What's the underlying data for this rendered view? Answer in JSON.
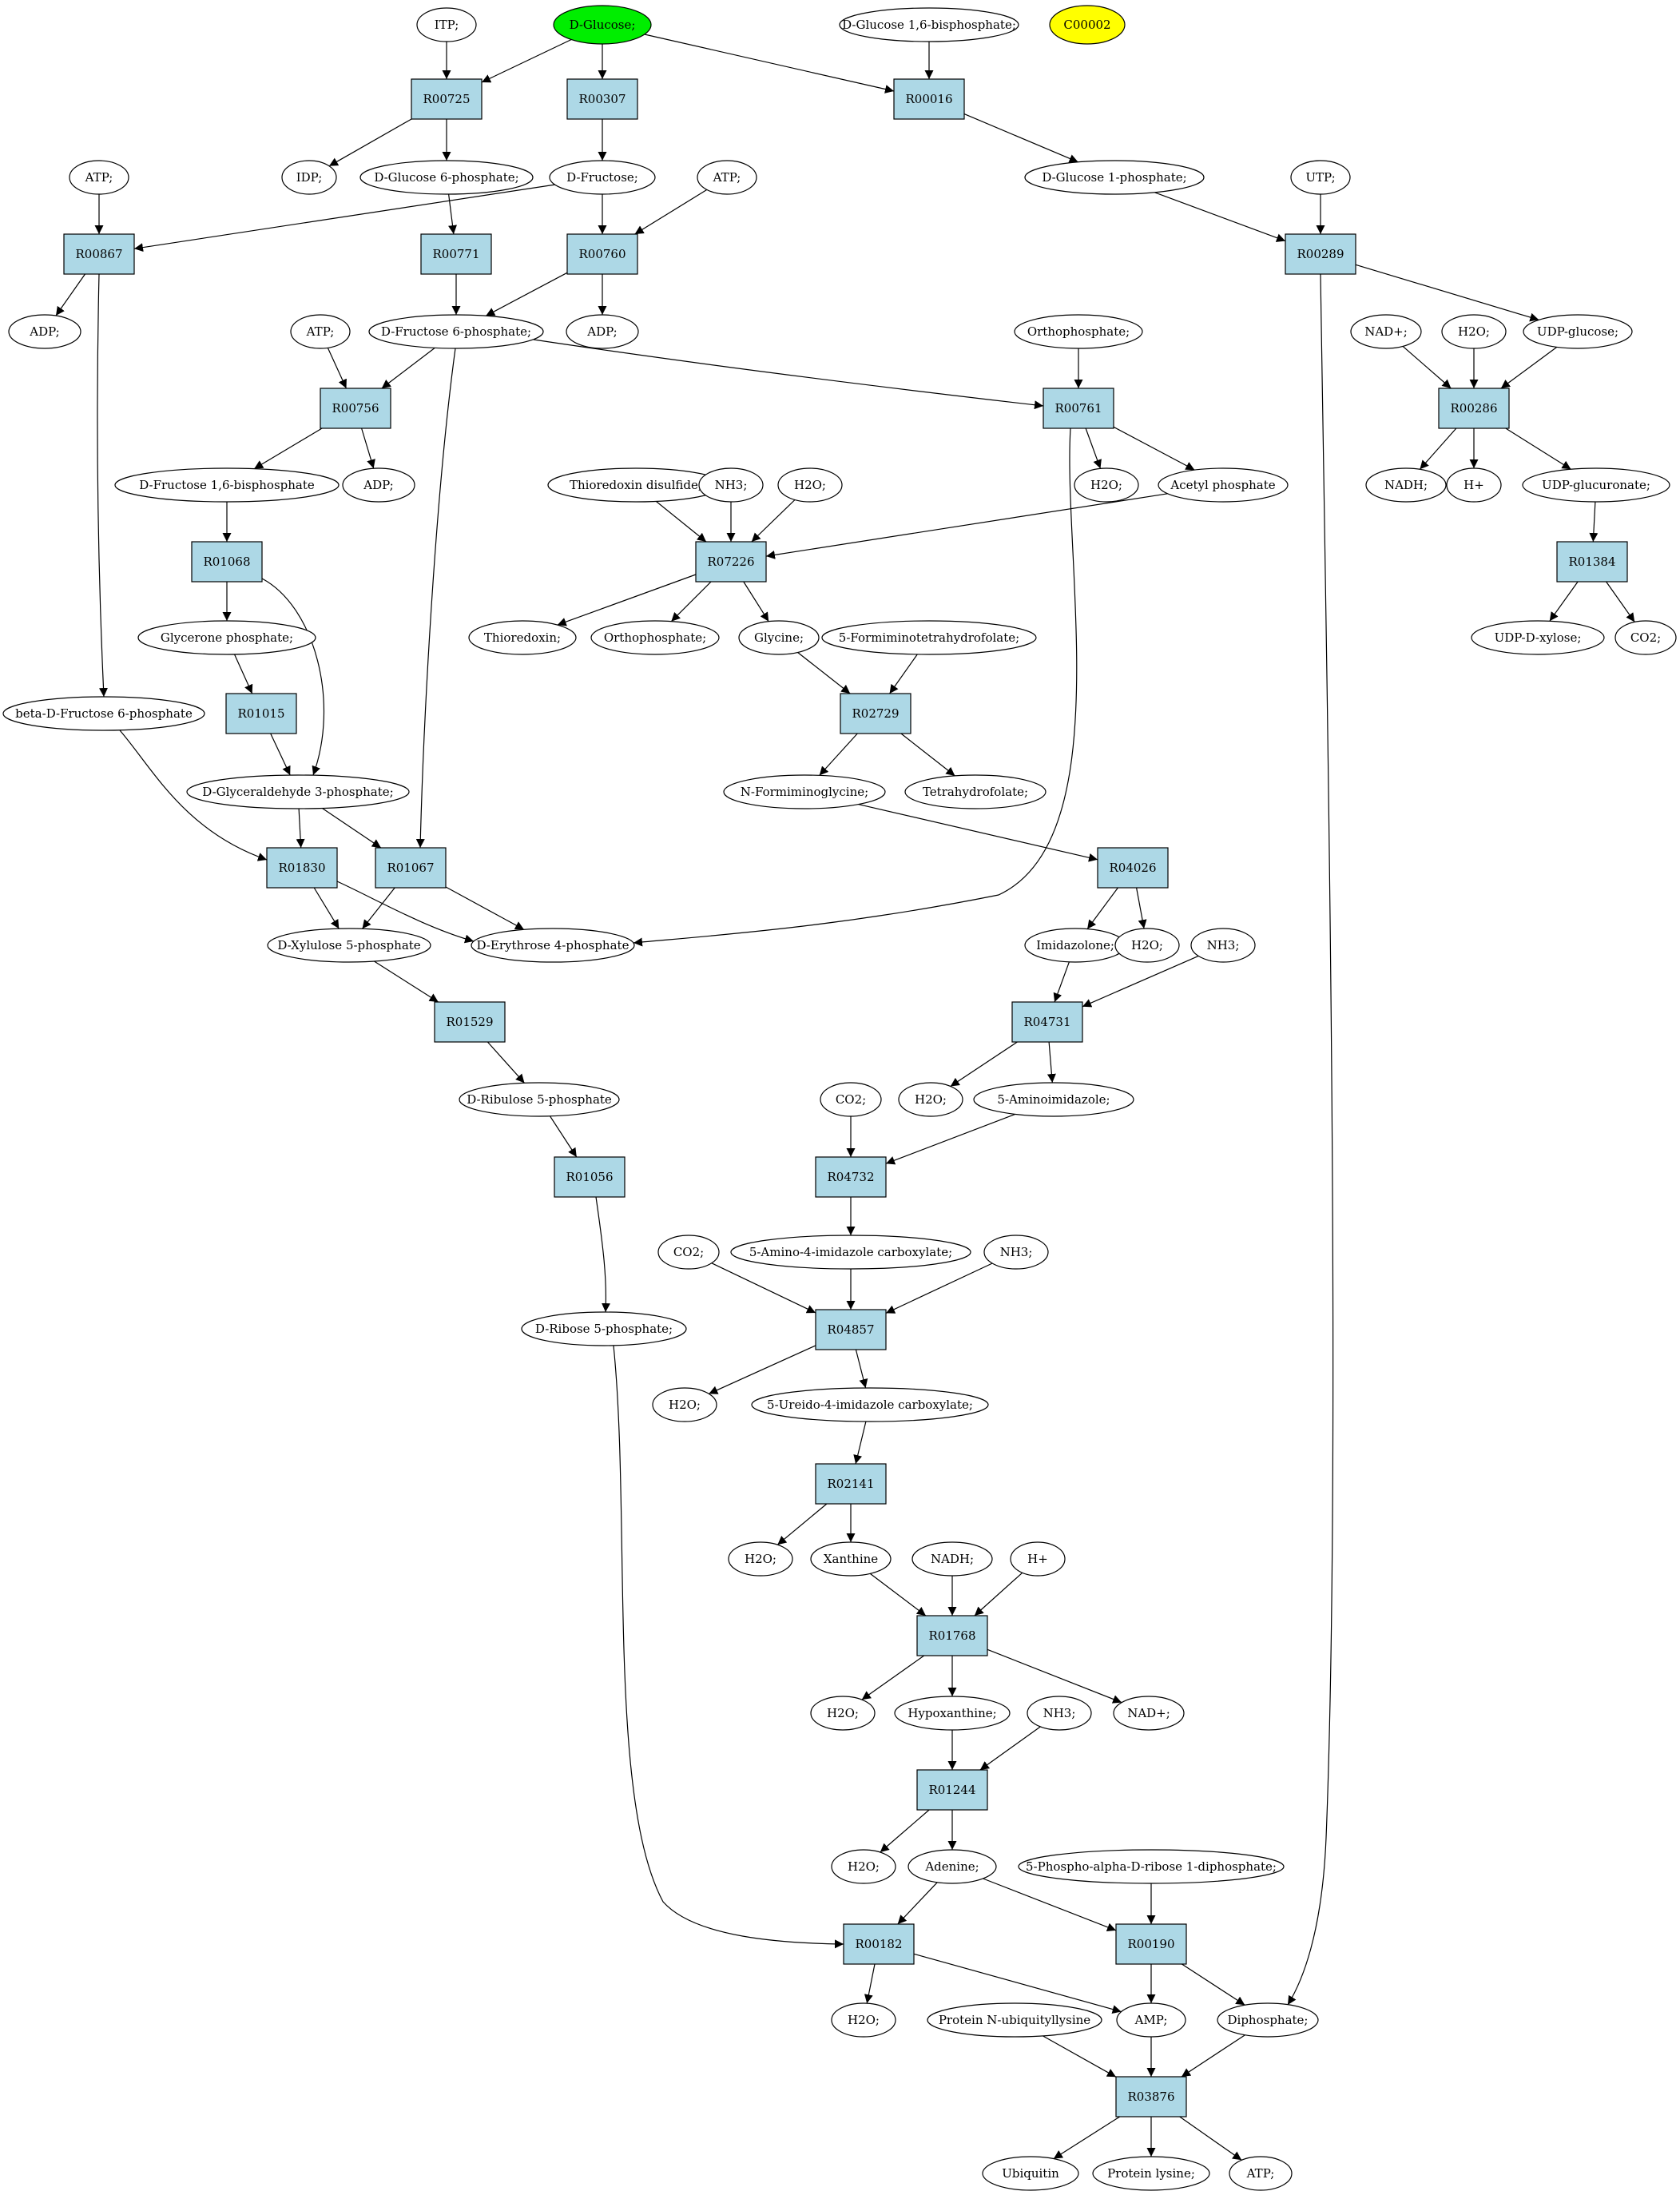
{
  "colors": {
    "reaction_fill": "#add8e6",
    "compound_fill": "#ffffff",
    "source_compound_fill": "#00ee00",
    "query_compound_fill": "#ffff00"
  },
  "reactions": [
    {
      "id": "r_R00725",
      "label": "R00725"
    },
    {
      "id": "r_R00307",
      "label": "R00307"
    },
    {
      "id": "r_R00016",
      "label": "R00016"
    },
    {
      "id": "r_R00867",
      "label": "R00867"
    },
    {
      "id": "r_R00771",
      "label": "R00771"
    },
    {
      "id": "r_R00760",
      "label": "R00760"
    },
    {
      "id": "r_R00289",
      "label": "R00289"
    },
    {
      "id": "r_R00756",
      "label": "R00756"
    },
    {
      "id": "r_R00761",
      "label": "R00761"
    },
    {
      "id": "r_R00286",
      "label": "R00286"
    },
    {
      "id": "r_R01068",
      "label": "R01068"
    },
    {
      "id": "r_R07226",
      "label": "R07226"
    },
    {
      "id": "r_R01384",
      "label": "R01384"
    },
    {
      "id": "r_R01015",
      "label": "R01015"
    },
    {
      "id": "r_R02729",
      "label": "R02729"
    },
    {
      "id": "r_R01830",
      "label": "R01830"
    },
    {
      "id": "r_R01067",
      "label": "R01067"
    },
    {
      "id": "r_R04026",
      "label": "R04026"
    },
    {
      "id": "r_R01529",
      "label": "R01529"
    },
    {
      "id": "r_R04731",
      "label": "R04731"
    },
    {
      "id": "r_R01056",
      "label": "R01056"
    },
    {
      "id": "r_R04732",
      "label": "R04732"
    },
    {
      "id": "r_R04857",
      "label": "R04857"
    },
    {
      "id": "r_R02141",
      "label": "R02141"
    },
    {
      "id": "r_R01768",
      "label": "R01768"
    },
    {
      "id": "r_R01244",
      "label": "R01244"
    },
    {
      "id": "r_R00182",
      "label": "R00182"
    },
    {
      "id": "r_R00190",
      "label": "R00190"
    },
    {
      "id": "r_R03876",
      "label": "R03876"
    }
  ],
  "compounds": [
    {
      "id": "c_itp",
      "label": "ITP;"
    },
    {
      "id": "c_dglucose",
      "label": "D-Glucose;",
      "role": "source"
    },
    {
      "id": "c_g16bp",
      "label": "D-Glucose 1,6-bisphosphate;"
    },
    {
      "id": "c_c00002",
      "label": "C00002",
      "role": "query"
    },
    {
      "id": "c_atp1",
      "label": "ATP;"
    },
    {
      "id": "c_idp",
      "label": "IDP;"
    },
    {
      "id": "c_g6p",
      "label": "D-Glucose 6-phosphate;"
    },
    {
      "id": "c_dfructose",
      "label": "D-Fructose;"
    },
    {
      "id": "c_atp2",
      "label": "ATP;"
    },
    {
      "id": "c_g1p",
      "label": "D-Glucose 1-phosphate;"
    },
    {
      "id": "c_utp",
      "label": "UTP;"
    },
    {
      "id": "c_adp1",
      "label": "ADP;"
    },
    {
      "id": "c_atp3",
      "label": "ATP;"
    },
    {
      "id": "c_f6p",
      "label": "D-Fructose 6-phosphate;"
    },
    {
      "id": "c_adp2",
      "label": "ADP;"
    },
    {
      "id": "c_orthop1",
      "label": "Orthophosphate;"
    },
    {
      "id": "c_nadp1",
      "label": "NAD+;"
    },
    {
      "id": "c_h2o1",
      "label": "H2O;"
    },
    {
      "id": "c_udpglc",
      "label": "UDP-glucose;"
    },
    {
      "id": "c_fbp",
      "label": "D-Fructose 1,6-bisphosphate"
    },
    {
      "id": "c_adp3",
      "label": "ADP;"
    },
    {
      "id": "c_trxss",
      "label": "Thioredoxin disulfide;"
    },
    {
      "id": "c_nh3_1",
      "label": "NH3;"
    },
    {
      "id": "c_h2o2",
      "label": "H2O;"
    },
    {
      "id": "c_h2o3",
      "label": "H2O;"
    },
    {
      "id": "c_acetylp",
      "label": "Acetyl phosphate"
    },
    {
      "id": "c_nadh1",
      "label": "NADH;"
    },
    {
      "id": "c_hplus1",
      "label": "H+"
    },
    {
      "id": "c_udpglcua",
      "label": "UDP-glucuronate;"
    },
    {
      "id": "c_glyceroneP",
      "label": "Glycerone phosphate;"
    },
    {
      "id": "c_trx",
      "label": "Thioredoxin;"
    },
    {
      "id": "c_orthop2",
      "label": "Orthophosphate;"
    },
    {
      "id": "c_glycine",
      "label": "Glycine;"
    },
    {
      "id": "c_fthf",
      "label": "5-Formiminotetrahydrofolate;"
    },
    {
      "id": "c_udpxyl",
      "label": "UDP-D-xylose;"
    },
    {
      "id": "c_co2_1",
      "label": "CO2;"
    },
    {
      "id": "c_bf6p",
      "label": "beta-D-Fructose 6-phosphate"
    },
    {
      "id": "c_nfg",
      "label": "N-Formiminoglycine;"
    },
    {
      "id": "c_thf",
      "label": "Tetrahydrofolate;"
    },
    {
      "id": "c_gap",
      "label": "D-Glyceraldehyde 3-phosphate;"
    },
    {
      "id": "c_xu5p",
      "label": "D-Xylulose 5-phosphate"
    },
    {
      "id": "c_e4p",
      "label": "D-Erythrose 4-phosphate"
    },
    {
      "id": "c_imidazolone",
      "label": "Imidazolone;"
    },
    {
      "id": "c_h2o4",
      "label": "H2O;"
    },
    {
      "id": "c_nh3_2",
      "label": "NH3;"
    },
    {
      "id": "c_h2o5",
      "label": "H2O;"
    },
    {
      "id": "c_5ai",
      "label": "5-Aminoimidazole;"
    },
    {
      "id": "c_ru5p",
      "label": "D-Ribulose 5-phosphate"
    },
    {
      "id": "c_co2_2",
      "label": "CO2;"
    },
    {
      "id": "c_co2_3",
      "label": "CO2;"
    },
    {
      "id": "c_aic",
      "label": "5-Amino-4-imidazole carboxylate;"
    },
    {
      "id": "c_nh3_3",
      "label": "NH3;"
    },
    {
      "id": "c_r5p",
      "label": "D-Ribose 5-phosphate;"
    },
    {
      "id": "c_h2o6",
      "label": "H2O;"
    },
    {
      "id": "c_uic",
      "label": "5-Ureido-4-imidazole carboxylate;"
    },
    {
      "id": "c_h2o7",
      "label": "H2O;"
    },
    {
      "id": "c_xanthine",
      "label": "Xanthine"
    },
    {
      "id": "c_nadh2",
      "label": "NADH;"
    },
    {
      "id": "c_hplus2",
      "label": "H+"
    },
    {
      "id": "c_h2o8",
      "label": "H2O;"
    },
    {
      "id": "c_hypoxanthine",
      "label": "Hypoxanthine;"
    },
    {
      "id": "c_nh3_4",
      "label": "NH3;"
    },
    {
      "id": "c_nadp2",
      "label": "NAD+;"
    },
    {
      "id": "c_h2o9",
      "label": "H2O;"
    },
    {
      "id": "c_adenine",
      "label": "Adenine;"
    },
    {
      "id": "c_prpp",
      "label": "5-Phospho-alpha-D-ribose 1-diphosphate;"
    },
    {
      "id": "c_h2o10",
      "label": "H2O;"
    },
    {
      "id": "c_pnul",
      "label": "Protein N-ubiquityllysine"
    },
    {
      "id": "c_amp",
      "label": "AMP;"
    },
    {
      "id": "c_diphosphate",
      "label": "Diphosphate;"
    },
    {
      "id": "c_ubiquitin",
      "label": "Ubiquitin"
    },
    {
      "id": "c_plys",
      "label": "Protein lysine;"
    },
    {
      "id": "c_atp4",
      "label": "ATP;"
    }
  ],
  "edges": [
    [
      "c_itp",
      "r_R00725"
    ],
    [
      "c_dglucose",
      "r_R00725"
    ],
    [
      "r_R00725",
      "c_idp"
    ],
    [
      "r_R00725",
      "c_g6p"
    ],
    [
      "c_dglucose",
      "r_R00307"
    ],
    [
      "r_R00307",
      "c_dfructose"
    ],
    [
      "c_dglucose",
      "r_R00016"
    ],
    [
      "c_g16bp",
      "r_R00016"
    ],
    [
      "r_R00016",
      "c_g1p"
    ],
    [
      "c_atp1",
      "r_R00867"
    ],
    [
      "c_dfructose",
      "r_R00867"
    ],
    [
      "r_R00867",
      "c_adp1"
    ],
    [
      "r_R00867",
      "c_bf6p"
    ],
    [
      "c_g6p",
      "r_R00771"
    ],
    [
      "r_R00771",
      "c_f6p"
    ],
    [
      "c_dfructose",
      "r_R00760"
    ],
    [
      "c_atp2",
      "r_R00760"
    ],
    [
      "r_R00760",
      "c_f6p"
    ],
    [
      "r_R00760",
      "c_adp2"
    ],
    [
      "c_g1p",
      "r_R00289"
    ],
    [
      "c_utp",
      "r_R00289"
    ],
    [
      "r_R00289",
      "c_udpglc"
    ],
    [
      "r_R00289",
      "c_diphosphate"
    ],
    [
      "c_atp3",
      "r_R00756"
    ],
    [
      "c_f6p",
      "r_R00756"
    ],
    [
      "r_R00756",
      "c_fbp"
    ],
    [
      "r_R00756",
      "c_adp3"
    ],
    [
      "c_f6p",
      "r_R00761"
    ],
    [
      "c_orthop1",
      "r_R00761"
    ],
    [
      "r_R00761",
      "c_h2o3"
    ],
    [
      "r_R00761",
      "c_acetylp"
    ],
    [
      "r_R00761",
      "c_e4p"
    ],
    [
      "c_nadp1",
      "r_R00286"
    ],
    [
      "c_h2o1",
      "r_R00286"
    ],
    [
      "c_udpglc",
      "r_R00286"
    ],
    [
      "r_R00286",
      "c_nadh1"
    ],
    [
      "r_R00286",
      "c_hplus1"
    ],
    [
      "r_R00286",
      "c_udpglcua"
    ],
    [
      "c_fbp",
      "r_R01068"
    ],
    [
      "r_R01068",
      "c_glyceroneP"
    ],
    [
      "r_R01068",
      "c_gap"
    ],
    [
      "c_trxss",
      "r_R07226"
    ],
    [
      "c_nh3_1",
      "r_R07226"
    ],
    [
      "c_h2o2",
      "r_R07226"
    ],
    [
      "c_acetylp",
      "r_R07226"
    ],
    [
      "r_R07226",
      "c_trx"
    ],
    [
      "r_R07226",
      "c_orthop2"
    ],
    [
      "r_R07226",
      "c_glycine"
    ],
    [
      "c_udpglcua",
      "r_R01384"
    ],
    [
      "r_R01384",
      "c_udpxyl"
    ],
    [
      "r_R01384",
      "c_co2_1"
    ],
    [
      "c_glyceroneP",
      "r_R01015"
    ],
    [
      "r_R01015",
      "c_gap"
    ],
    [
      "c_glycine",
      "r_R02729"
    ],
    [
      "c_fthf",
      "r_R02729"
    ],
    [
      "r_R02729",
      "c_nfg"
    ],
    [
      "r_R02729",
      "c_thf"
    ],
    [
      "c_bf6p",
      "r_R01830"
    ],
    [
      "c_gap",
      "r_R01830"
    ],
    [
      "r_R01830",
      "c_xu5p"
    ],
    [
      "r_R01830",
      "c_e4p"
    ],
    [
      "c_f6p",
      "r_R01067"
    ],
    [
      "c_gap",
      "r_R01067"
    ],
    [
      "r_R01067",
      "c_xu5p"
    ],
    [
      "r_R01067",
      "c_e4p"
    ],
    [
      "c_nfg",
      "r_R04026"
    ],
    [
      "r_R04026",
      "c_imidazolone"
    ],
    [
      "r_R04026",
      "c_h2o4"
    ],
    [
      "c_xu5p",
      "r_R01529"
    ],
    [
      "r_R01529",
      "c_ru5p"
    ],
    [
      "c_imidazolone",
      "r_R04731"
    ],
    [
      "c_nh3_2",
      "r_R04731"
    ],
    [
      "r_R04731",
      "c_h2o5"
    ],
    [
      "r_R04731",
      "c_5ai"
    ],
    [
      "c_ru5p",
      "r_R01056"
    ],
    [
      "r_R01056",
      "c_r5p"
    ],
    [
      "c_co2_2",
      "r_R04732"
    ],
    [
      "c_5ai",
      "r_R04732"
    ],
    [
      "r_R04732",
      "c_aic"
    ],
    [
      "c_co2_3",
      "r_R04857"
    ],
    [
      "c_aic",
      "r_R04857"
    ],
    [
      "c_nh3_3",
      "r_R04857"
    ],
    [
      "r_R04857",
      "c_h2o6"
    ],
    [
      "r_R04857",
      "c_uic"
    ],
    [
      "c_uic",
      "r_R02141"
    ],
    [
      "r_R02141",
      "c_h2o7"
    ],
    [
      "r_R02141",
      "c_xanthine"
    ],
    [
      "c_xanthine",
      "r_R01768"
    ],
    [
      "c_nadh2",
      "r_R01768"
    ],
    [
      "c_hplus2",
      "r_R01768"
    ],
    [
      "r_R01768",
      "c_h2o8"
    ],
    [
      "r_R01768",
      "c_hypoxanthine"
    ],
    [
      "r_R01768",
      "c_nadp2"
    ],
    [
      "c_hypoxanthine",
      "r_R01244"
    ],
    [
      "c_nh3_4",
      "r_R01244"
    ],
    [
      "r_R01244",
      "c_h2o9"
    ],
    [
      "r_R01244",
      "c_adenine"
    ],
    [
      "c_r5p",
      "r_R00182"
    ],
    [
      "c_adenine",
      "r_R00182"
    ],
    [
      "r_R00182",
      "c_h2o10"
    ],
    [
      "r_R00182",
      "c_amp"
    ],
    [
      "c_adenine",
      "r_R00190"
    ],
    [
      "c_prpp",
      "r_R00190"
    ],
    [
      "r_R00190",
      "c_amp"
    ],
    [
      "r_R00190",
      "c_diphosphate"
    ],
    [
      "c_pnul",
      "r_R03876"
    ],
    [
      "c_amp",
      "r_R03876"
    ],
    [
      "c_diphosphate",
      "r_R03876"
    ],
    [
      "r_R03876",
      "c_ubiquitin"
    ],
    [
      "r_R03876",
      "c_plys"
    ],
    [
      "r_R03876",
      "c_atp4"
    ]
  ]
}
